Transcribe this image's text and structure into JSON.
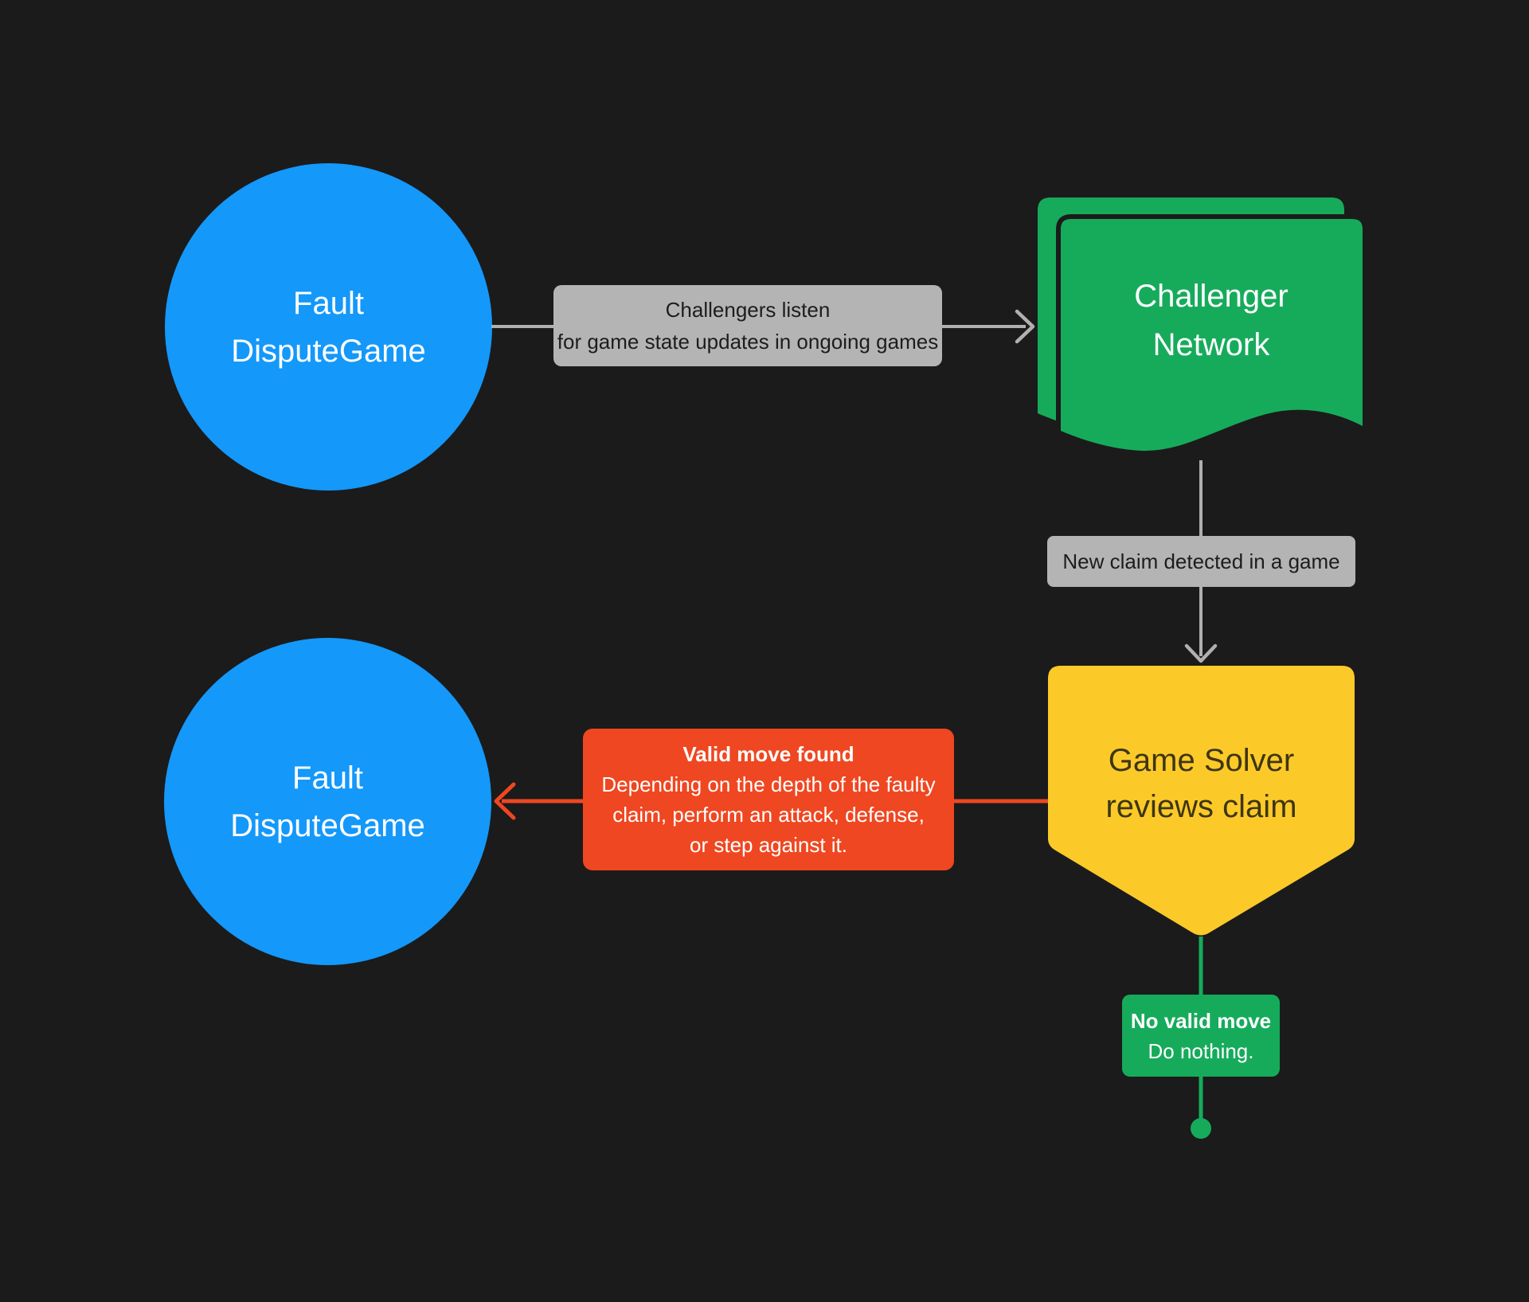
{
  "colors": {
    "bg": "#1b1b1b",
    "blue": "#1498fa",
    "green": "#16ab5b",
    "yellow": "#fcca28",
    "red": "#ef4721",
    "gray_label_bg": "#b4b4b4",
    "gray_arrow": "#b0b0b0",
    "label_text": "#1d1d1d",
    "yellow_text": "#3e3513",
    "white_text": "#ffffff"
  },
  "nodes": {
    "fault_dispute_game_top": {
      "line1": "Fault",
      "line2": "DisputeGame"
    },
    "challenger_network": {
      "line1": "Challenger",
      "line2": "Network"
    },
    "game_solver": {
      "line1": "Game Solver",
      "line2": "reviews claim"
    },
    "fault_dispute_game_bottom": {
      "line1": "Fault",
      "line2": "DisputeGame"
    }
  },
  "edges": {
    "challengers_listen": {
      "line1": "Challengers listen",
      "line2": "for game state updates in ongoing games"
    },
    "new_claim": {
      "text": "New claim detected in a game"
    },
    "valid_move": {
      "title": "Valid move found",
      "line1": "Depending on the depth of the faulty",
      "line2": "claim, perform an attack, defense,",
      "line3": "or step against it."
    },
    "no_valid_move": {
      "title": "No valid move",
      "body": "Do nothing."
    }
  }
}
